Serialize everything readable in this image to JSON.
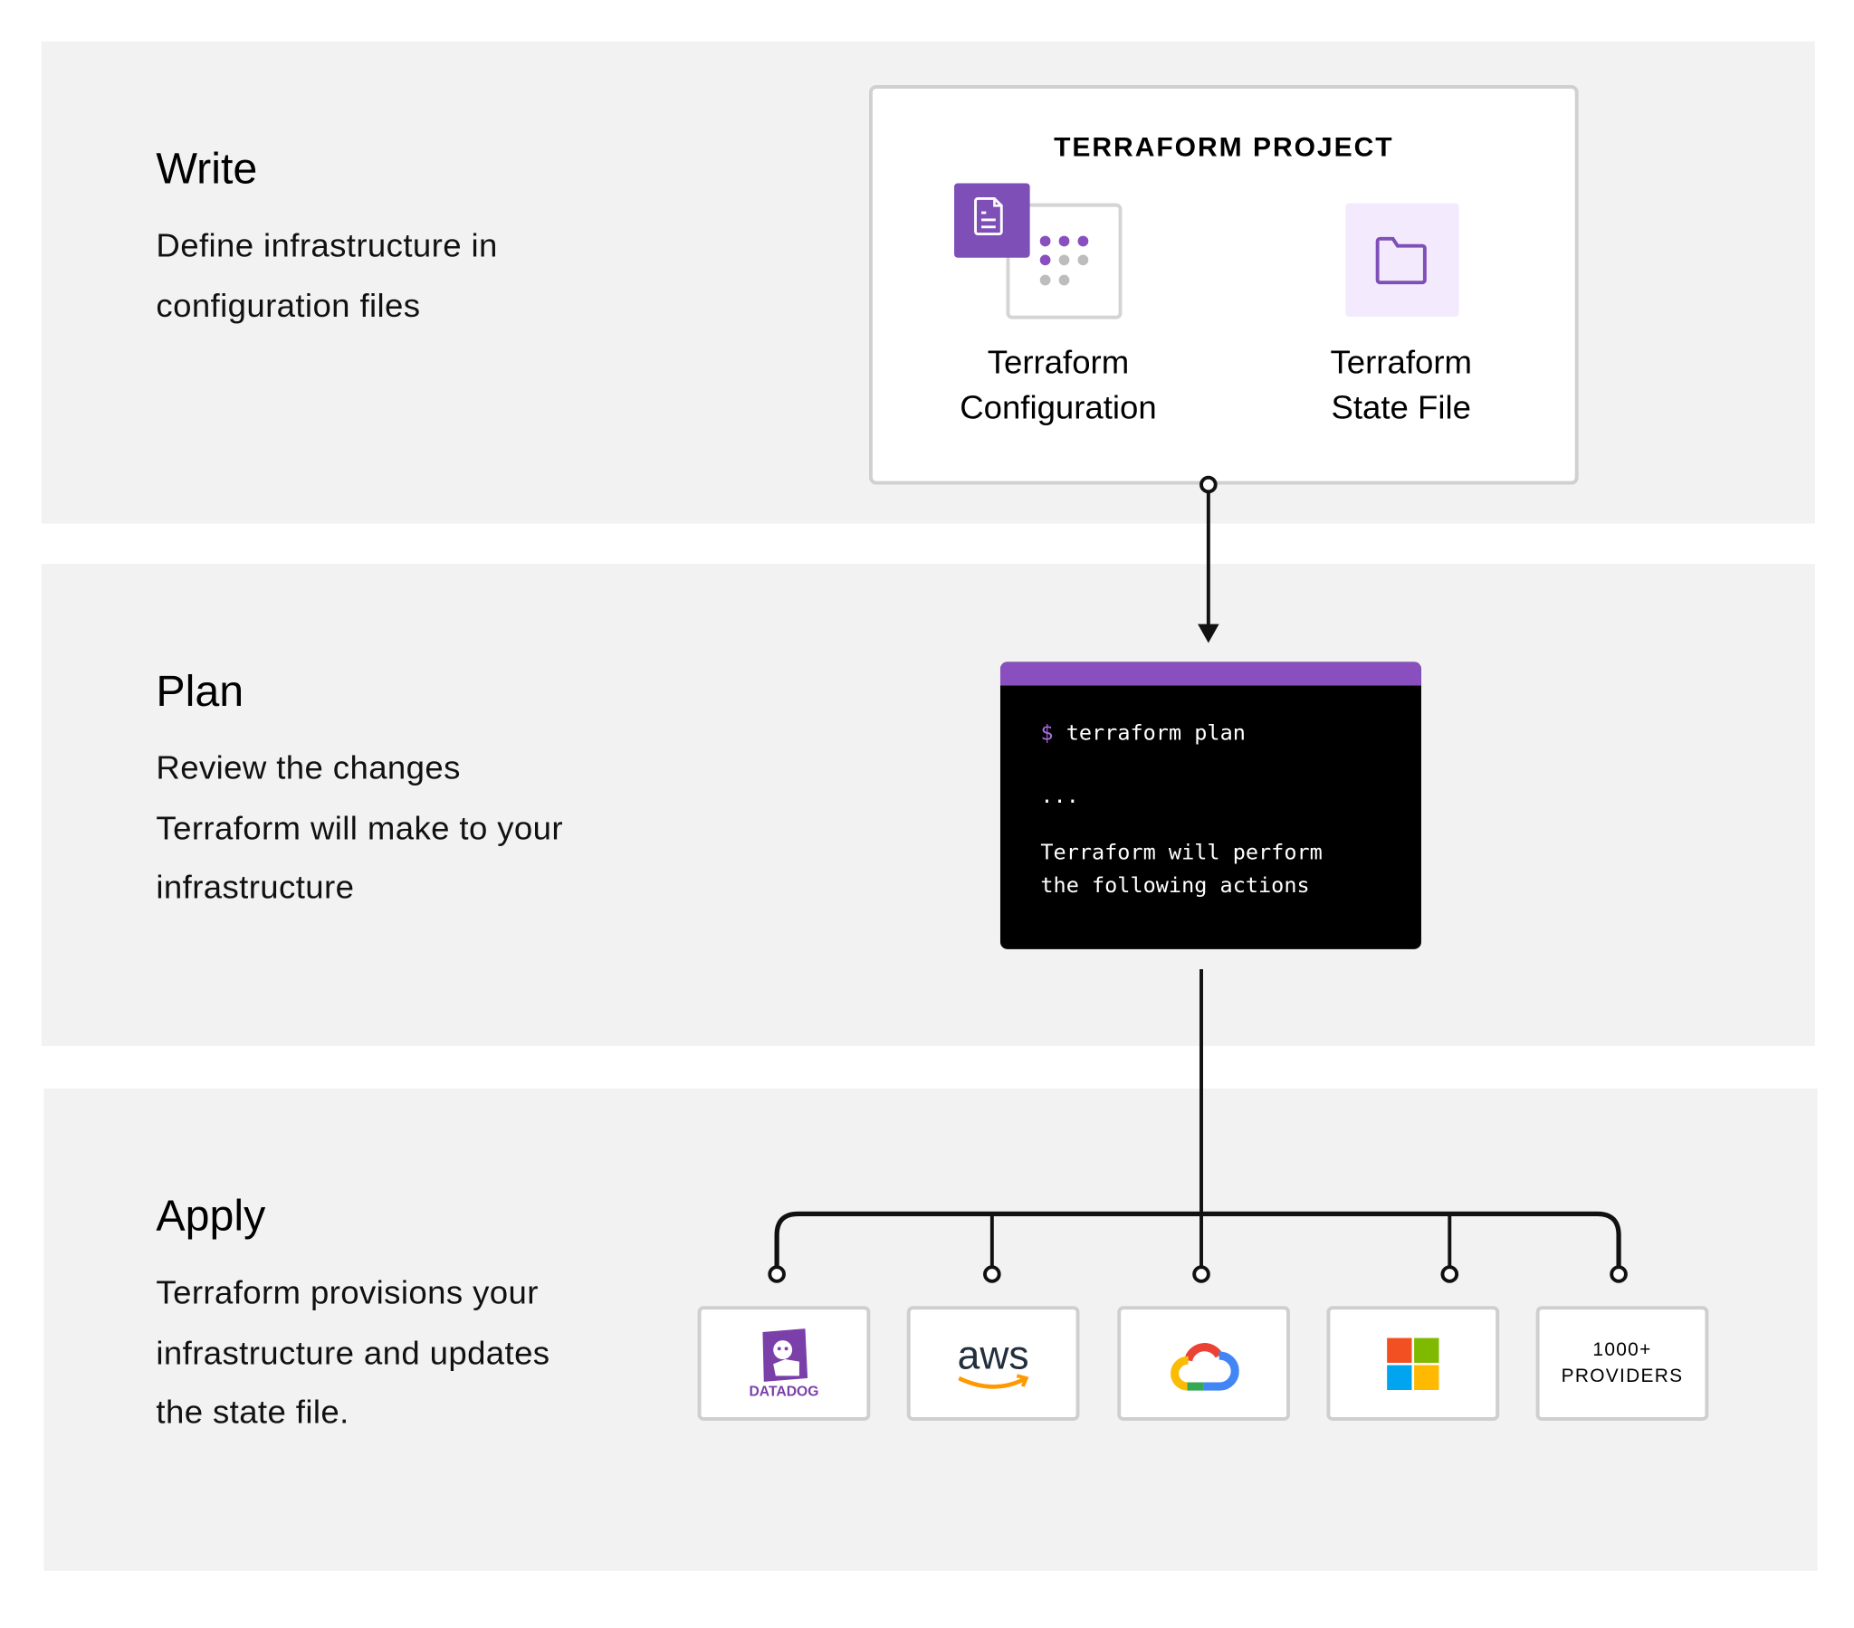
{
  "sections": [
    {
      "title": "Write",
      "description": "Define infrastructure in configuration files"
    },
    {
      "title": "Plan",
      "description": "Review the changes Terraform will make to your infrastructure"
    },
    {
      "title": "Apply",
      "description": "Terraform provisions your infrastructure and updates the state file."
    }
  ],
  "project": {
    "title": "TERRAFORM PROJECT",
    "config_label": [
      "Terraform",
      "Configuration"
    ],
    "state_label": [
      "Terraform",
      "State File"
    ]
  },
  "terminal": {
    "prompt": "$",
    "command": "terraform plan",
    "ellipsis": "...",
    "output": [
      "Terraform will perform",
      "the following actions"
    ]
  },
  "providers": [
    {
      "name": "DATADOG",
      "icon": "datadog-logo"
    },
    {
      "name": "aws",
      "icon": "aws-logo"
    },
    {
      "name": "google-cloud",
      "icon": "google-cloud-logo"
    },
    {
      "name": "microsoft",
      "icon": "microsoft-logo"
    },
    {
      "name": "1000+",
      "name2": "PROVIDERS"
    }
  ],
  "colors": {
    "purple": "#7f4fb8",
    "panel": "#f2f2f2",
    "state_bg": "#f3ebfd"
  }
}
